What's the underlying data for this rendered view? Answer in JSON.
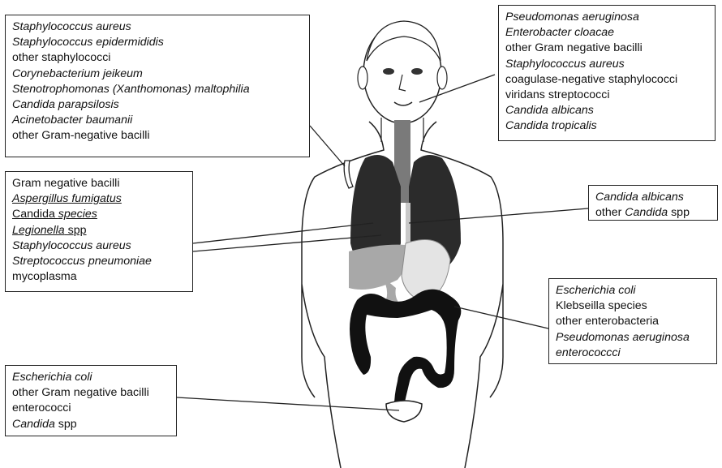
{
  "boxes": {
    "shoulder": [
      {
        "text": "Staphylococcus aureus",
        "italic": true
      },
      {
        "text": "Staphylococcus epidermididis",
        "italic": true
      },
      {
        "text": "other staphylococci",
        "italic": false
      },
      {
        "text": "Corynebacterium jeikeum",
        "italic": true
      },
      {
        "text": "Stenotrophomonas (Xanthomonas) maltophilia",
        "italic": true
      },
      {
        "text": "Candida parapsilosis",
        "italic": true
      },
      {
        "text": "Acinetobacter baumanii",
        "italic": true
      },
      {
        "text": "other Gram-negative bacilli",
        "italic": false
      }
    ],
    "mouth": [
      {
        "text": "Pseudomonas aeruginosa",
        "italic": true
      },
      {
        "text": "Enterobacter cloacae",
        "italic": true
      },
      {
        "text": "other Gram negative bacilli",
        "italic": false
      },
      {
        "text": "Staphylococcus aureus",
        "italic": true
      },
      {
        "text": "coagulase-negative staphylococci",
        "italic": false
      },
      {
        "text": "viridans streptococci",
        "italic": false
      },
      {
        "text": "Candida albicans",
        "italic": true
      },
      {
        "text": "Candida tropicalis",
        "italic": true
      }
    ],
    "lungs": [
      {
        "text": "Gram negative bacilli",
        "italic": false
      },
      {
        "text": "Aspergillus fumigatus",
        "italic": true,
        "underline": true
      },
      {
        "pre": "Candida ",
        "em": "species",
        "underline": true
      },
      {
        "em": "Legionella",
        "post": " spp",
        "underline": true
      },
      {
        "text": "Staphylococcus aureus",
        "italic": true
      },
      {
        "text": "Streptococcus pneumoniae",
        "italic": true
      },
      {
        "text": "mycoplasma",
        "italic": false
      }
    ],
    "esophagus": [
      {
        "text": "Candida albicans",
        "italic": true
      },
      {
        "pre": "other ",
        "em": "Candida",
        "post": " spp"
      }
    ],
    "colon": [
      {
        "text": "Escherichia coli",
        "italic": true
      },
      {
        "text": "Klebseilla  species",
        "italic": false
      },
      {
        "text": "other enterobacteria",
        "italic": false
      },
      {
        "text": "Pseudomonas aeruginosa",
        "italic": true
      },
      {
        "text": "enterococcci",
        "italic": true
      }
    ],
    "bladder": [
      {
        "text": "Escherichia coli",
        "italic": true
      },
      {
        "text": "other Gram negative bacilli",
        "italic": false
      },
      {
        "text": "enterococci",
        "italic": false
      },
      {
        "em": "Candida",
        "post": " spp"
      }
    ]
  },
  "colors": {
    "lung": "#2b2b2b",
    "colon": "#111111",
    "trachea": "#7a7a7a",
    "liver": "#a8a8a8",
    "stomach": "#e4e4e4",
    "outline": "#222222"
  }
}
